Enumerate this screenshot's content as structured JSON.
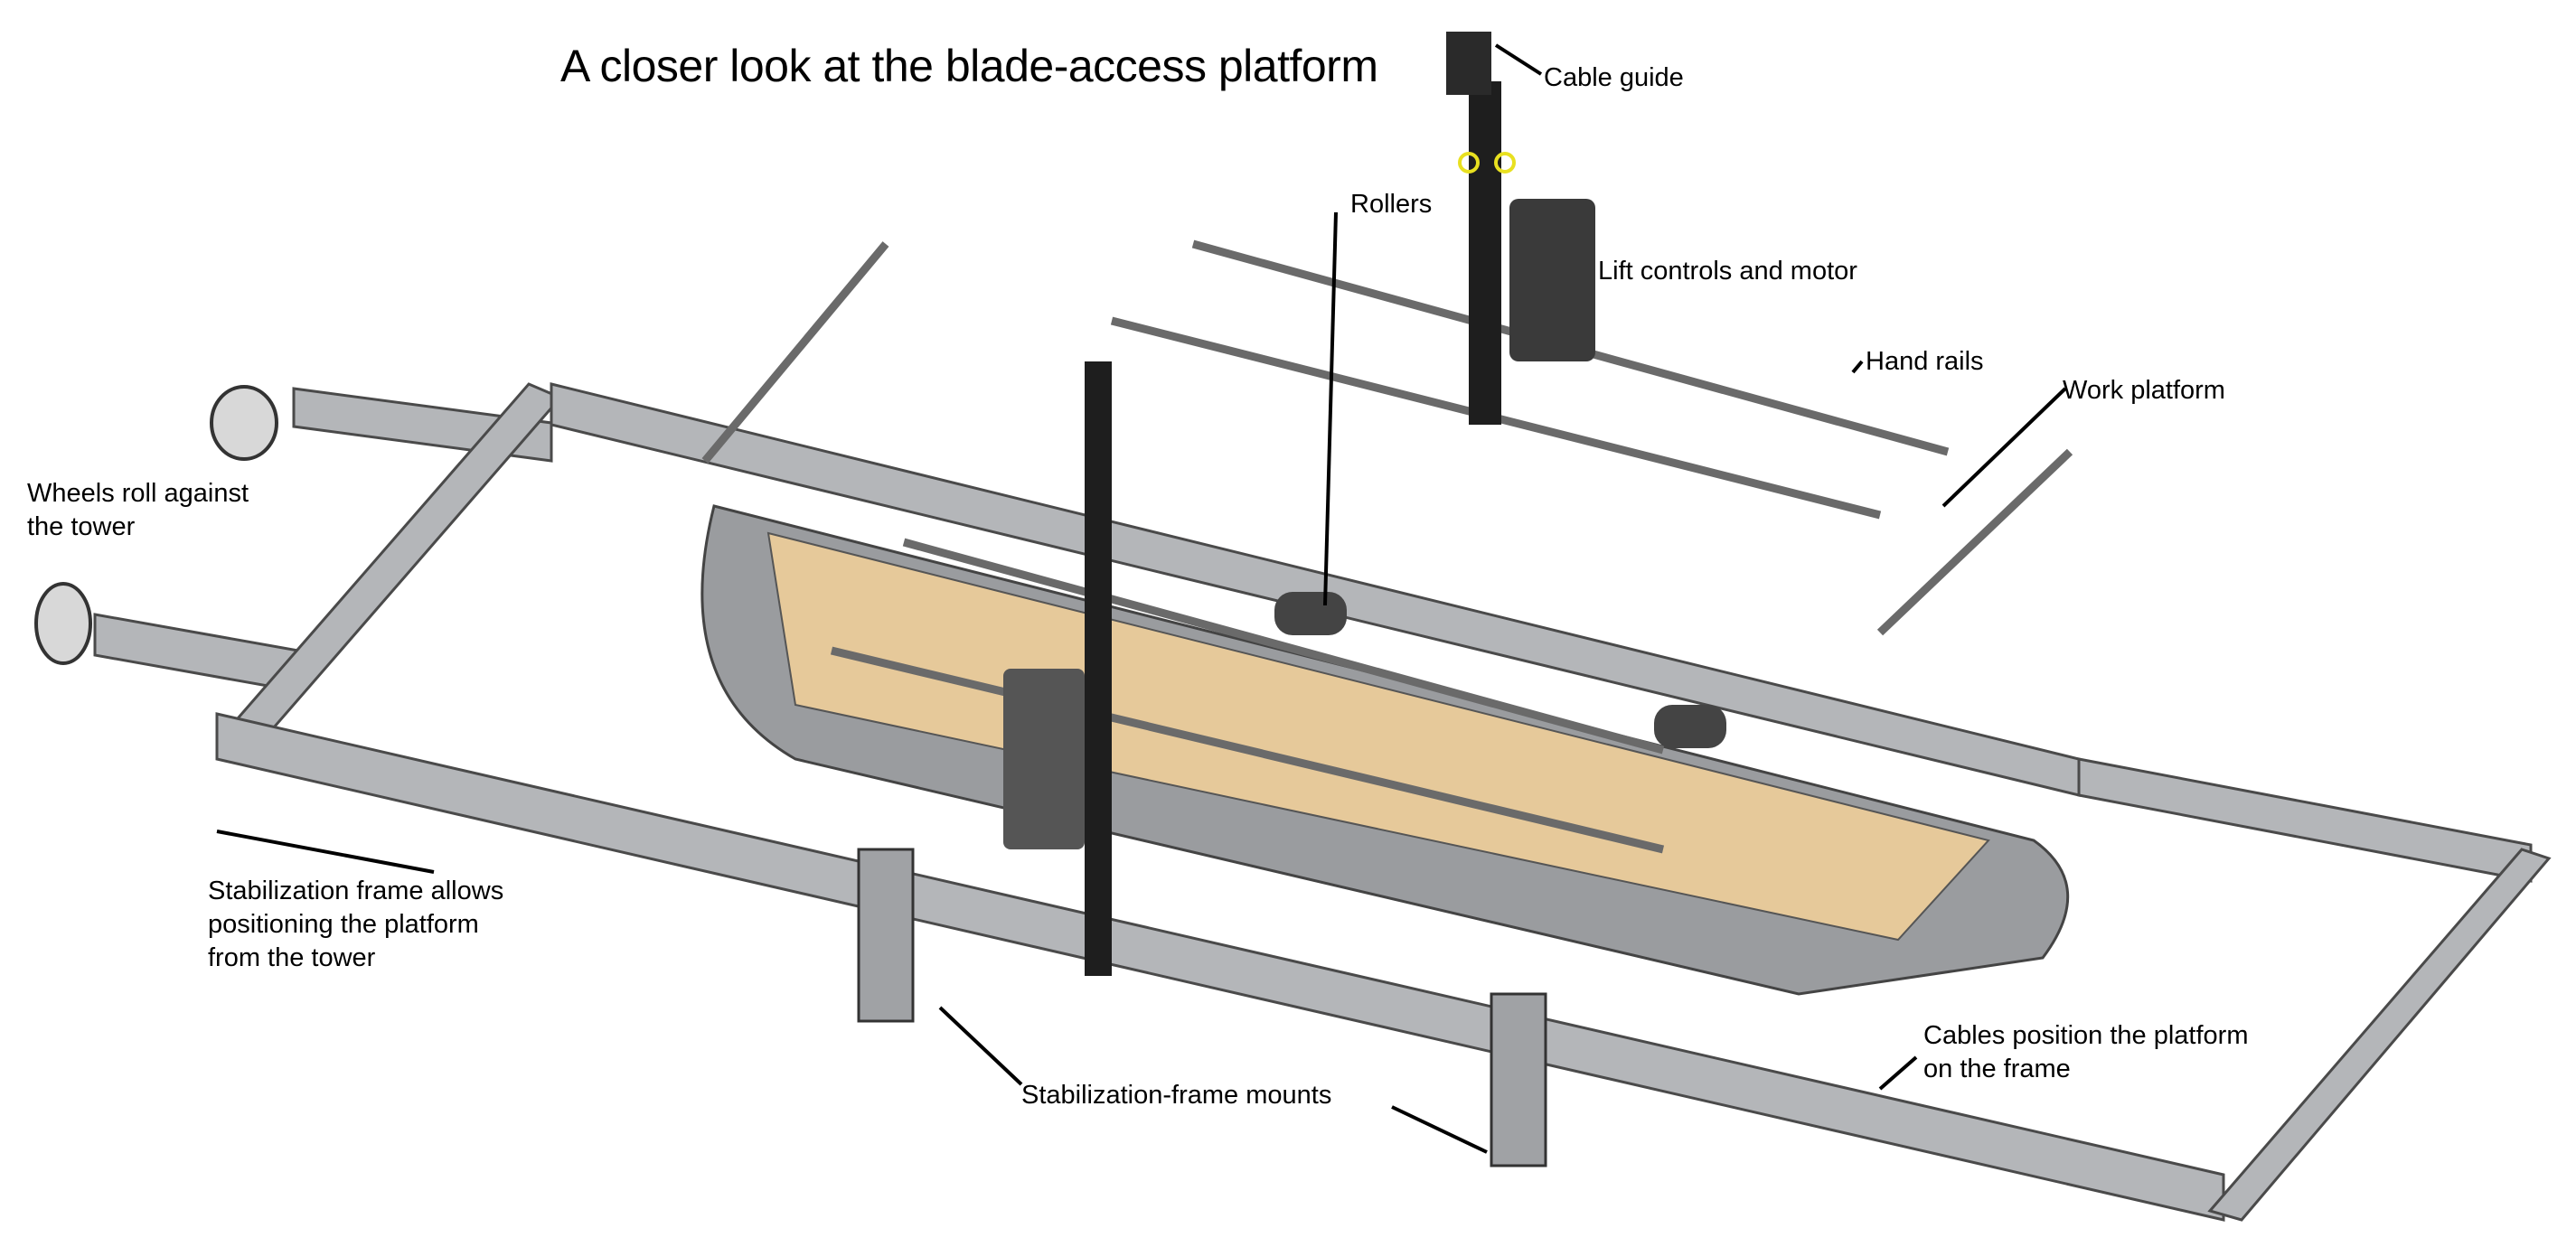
{
  "title": "A closer look at the blade-access platform",
  "labels": {
    "cable_guide": "Cable guide",
    "rollers": "Rollers",
    "lift_controls": "Lift controls and motor",
    "hand_rails": "Hand rails",
    "work_platform": "Work platform",
    "wheels_line1": "Wheels roll against",
    "wheels_line2": "the tower",
    "stab_frame_line1": "Stabilization frame allows",
    "stab_frame_line2": "positioning the platform",
    "stab_frame_line3": "from the tower",
    "stab_mounts": "Stabilization-frame mounts",
    "cables_line1": "Cables position the platform",
    "cables_line2": "on the frame"
  },
  "colors": {
    "frame": "#b4b6b9",
    "frame_edge": "#4a4a4a",
    "deck": "#e6c99a",
    "mast": "#1e1e1e",
    "motor": "#3a3a3a",
    "accent_yellow": "#e8e020"
  }
}
